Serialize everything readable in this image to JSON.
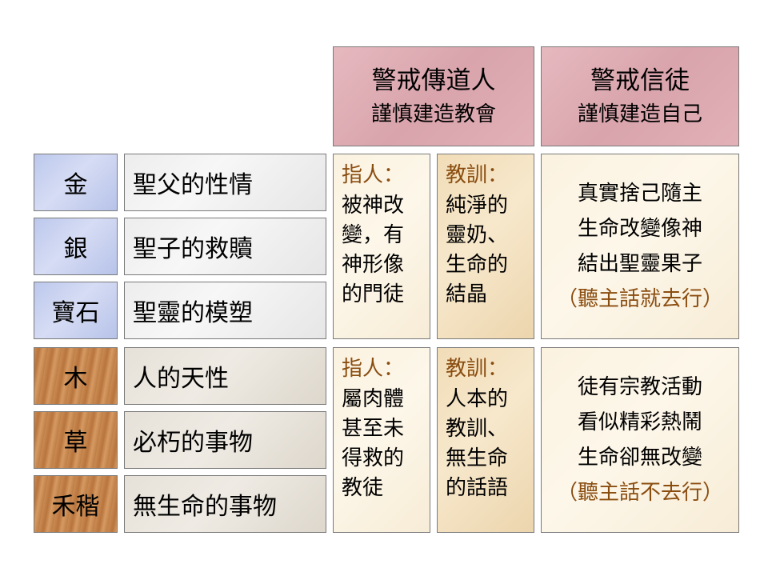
{
  "headers": [
    {
      "line1": "警戒傳道人",
      "line2": "謹慎建造教會"
    },
    {
      "line1": "警戒信徒",
      "line2": "謹慎建造自己"
    }
  ],
  "materials": [
    {
      "label": "金",
      "desc": "聖父的性情"
    },
    {
      "label": "銀",
      "desc": "聖子的救贖"
    },
    {
      "label": "寶石",
      "desc": "聖靈的模塑"
    },
    {
      "label": "木",
      "desc": "人的天性"
    },
    {
      "label": "草",
      "desc": "必朽的事物"
    },
    {
      "label": "禾稭",
      "desc": "無生命的事物"
    }
  ],
  "upper": {
    "person": {
      "head": "指人：",
      "lines": [
        "被神改",
        "變，有",
        "神形像",
        "的門徒"
      ]
    },
    "teaching": {
      "head": "教訓：",
      "lines": [
        "純淨的",
        "靈奶、",
        "生命的",
        "結晶"
      ]
    },
    "summary": {
      "lines": [
        "真實捨己隨主",
        "生命改變像神",
        "結出聖靈果子"
      ],
      "note": "（聽主話就去行）"
    }
  },
  "lower": {
    "person": {
      "head": "指人：",
      "lines": [
        "屬肉體",
        "甚至未",
        "得救的",
        "教徒"
      ]
    },
    "teaching": {
      "head": "教訓：",
      "lines": [
        "人本的",
        "教訓、",
        "無生命",
        "的話語"
      ]
    },
    "summary": {
      "lines": [
        "徒有宗教活動",
        "看似精彩熱鬧",
        "生命卻無改變"
      ],
      "note": "（聽主話不去行）"
    }
  }
}
